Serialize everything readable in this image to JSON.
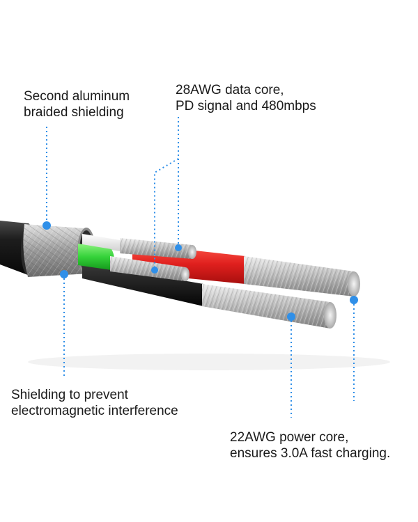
{
  "callouts": {
    "second_shielding": [
      "Second aluminum",
      "braided shielding"
    ],
    "data_core": [
      "28AWG data core,",
      "PD signal and 480mbps"
    ],
    "emi_shielding": [
      "Shielding to prevent",
      "electromagnetic interference"
    ],
    "power_core": [
      "22AWG power core,",
      "ensures 3.0A fast charging."
    ]
  },
  "colors": {
    "leader": "#2f8fe8",
    "jacket": "#1b1b1b",
    "braid": "#b8b8b8",
    "red_wire": "#e0201e",
    "green_wire": "#35d23a",
    "white_wire": "#f2f2f2",
    "strand": "#c9c9c9",
    "text": "#1a1a1a"
  }
}
